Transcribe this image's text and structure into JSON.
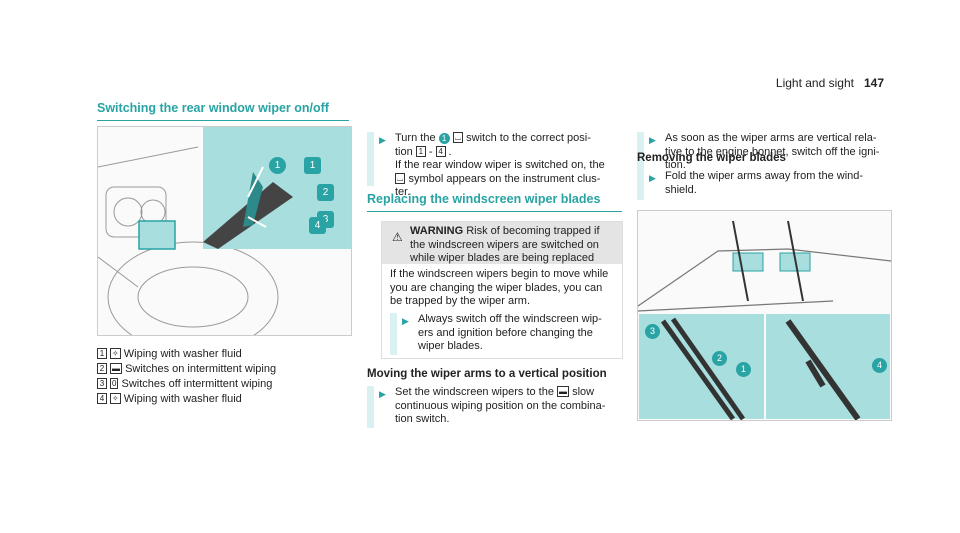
{
  "header": {
    "section": "Light and sight",
    "page": "147"
  },
  "left": {
    "heading": "Switching the rear window wiper on/off",
    "legend": [
      {
        "key": "1",
        "icon": "✧",
        "text": "Wiping with washer fluid"
      },
      {
        "key": "2",
        "icon": "▬",
        "text": "Switches on intermittent wiping"
      },
      {
        "key": "3",
        "icon": "0",
        "text": "Switches off intermittent wiping"
      },
      {
        "key": "4",
        "icon": "✧",
        "text": "Wiping with washer fluid"
      }
    ],
    "callouts": [
      "1",
      "2",
      "3",
      "4"
    ],
    "badge": "1"
  },
  "middle": {
    "step1_a": "Turn the",
    "step1_b": "switch to the correct posi-",
    "step1_c": "tion",
    "step1_d": "-",
    "step1_e": ".",
    "step1_f": "If the rear window wiper is switched on, the",
    "step1_g": "symbol appears on the instrument clus-",
    "step1_h": "ter.",
    "heading2": "Replacing the windscreen wiper blades",
    "warning_label": "WARNING",
    "warning_l1": "Risk of becoming trapped if",
    "warning_l2": "the windscreen wipers are switched on",
    "warning_l3": "while wiper blades are being replaced",
    "warning_p2": [
      "If the windscreen wipers begin to move while",
      "you are changing the wiper blades, you can",
      "be trapped by the wiper arm."
    ],
    "warning_step": [
      "Always switch off the windscreen wip-",
      "ers and ignition before changing the",
      "wiper blades."
    ],
    "subheading": "Moving the wiper arms to a vertical position",
    "step2_a": "Set the windscreen wipers to the",
    "step2_b": "slow",
    "step2_c": "continuous wiping position on the combina-",
    "step2_d": "tion switch."
  },
  "right": {
    "step1": [
      "As soon as the wiper arms are vertical rela-",
      "tive to the engine bonnet, switch off the igni-",
      "tion."
    ],
    "subheading": "Removing the wiper blades",
    "step2": [
      "Fold the wiper arms away from the wind-",
      "shield."
    ],
    "callouts": [
      "3",
      "2",
      "1",
      "4"
    ]
  },
  "keys": [
    "1",
    "4"
  ],
  "colors": {
    "accent": "#29a3a3",
    "panel": "#a8dede"
  }
}
